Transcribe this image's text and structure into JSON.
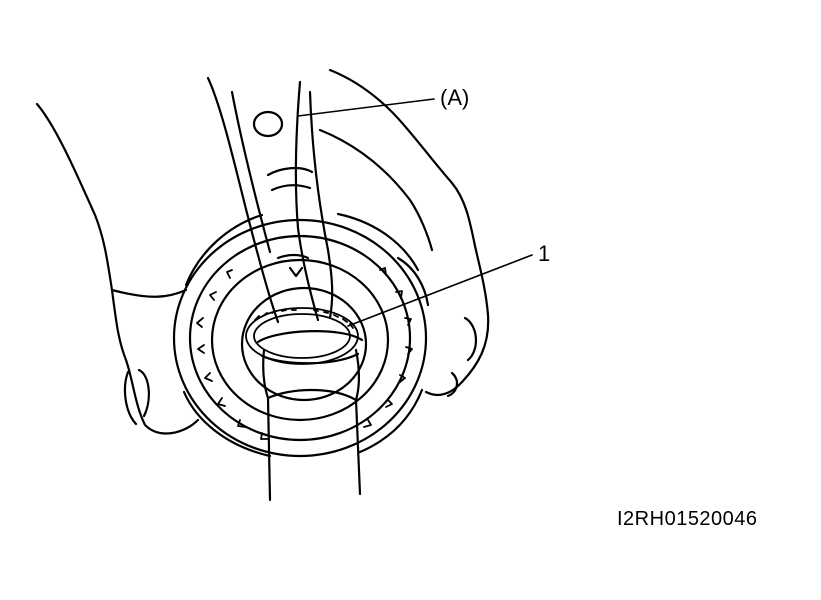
{
  "callouts": {
    "tool_label": "(A)",
    "part_label": "1"
  },
  "figure_code": "I2RH01520046",
  "colors": {
    "ink": "#000000",
    "paper": "#ffffff"
  }
}
